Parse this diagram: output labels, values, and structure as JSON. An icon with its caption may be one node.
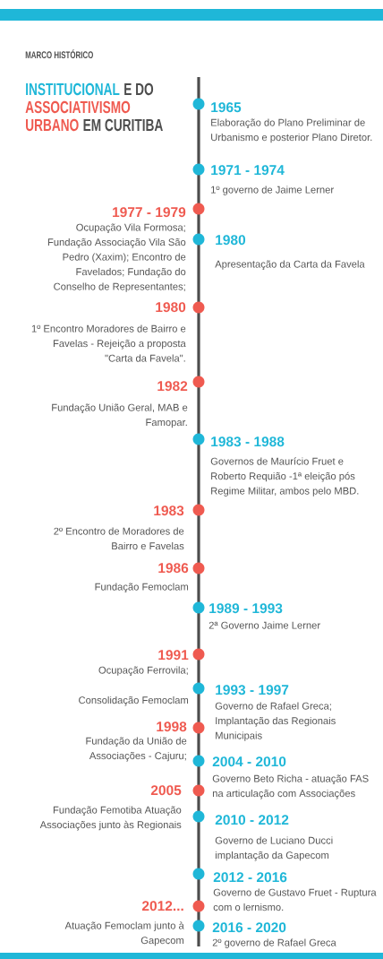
{
  "diagram": {
    "title": "MARCO HISTÓRICO",
    "nodes": [
      {
        "text": [
          "1965",
          "Elaboração do Plano Preliminar de Urbanismo e posterior Plano Diretor."
        ]
      },
      {
        "text": [
          "1971 - 1974",
          "1º governo de Jaime Lerner"
        ]
      },
      {
        "text": [
          "1977 - 1979",
          "Ocupação Vila Formosa; Fundação Associação Vila São Pedro (Xaxim); Encontro de Favelados; Fundação do Conselho de Representantes;"
        ]
      },
      {
        "text": [
          "1980",
          "Apresentação da Carta da Favela"
        ]
      },
      {
        "text": [
          "1980",
          "1º Encontro Moradores de Bairro e Favelas - Rejeição a proposta \"Carta da Favela\"."
        ]
      },
      {
        "text": [
          "1982",
          "Fundação União Geral, MAB e Famopar."
        ]
      },
      {
        "text": [
          "1983 - 1988",
          "Governos de Maurício Fruet e Roberto Requião -1ª eleição pós Regime Militar, ambos pelo MBD."
        ]
      },
      {
        "text": [
          "1983",
          "2º Encontro de Moradores de Bairro e Favelas"
        ]
      },
      {
        "text": [
          "1986",
          "Fundação Femoclam"
        ]
      },
      {
        "text": [
          "1989 - 1993",
          "2ª Governo Jaime Lerner"
        ]
      },
      {
        "text": [
          "1991",
          "Ocupação Ferrovila;",
          "Consolidação Femoclam"
        ]
      },
      {
        "text": [
          "1993 - 1997",
          "Governo de Rafael Greca; Implantação das Regionais Municipais"
        ]
      },
      {
        "text": [
          "1998",
          "Fundação da União de Associações - Cajuru;"
        ]
      },
      {
        "text": [
          "2004 - 2010",
          "Governo Beto Richa - atuação FAS na articulação com Associações"
        ]
      },
      {
        "text": [
          "2005",
          "Fundação Femotiba Atuação Associações junto às Regionais"
        ]
      },
      {
        "text": [
          "2010 - 2012",
          "Governo de Luciano Ducci implantação da Gapecom"
        ]
      },
      {
        "text": [
          "2012 - 2016",
          "Governo de Gustavo Fruet - Ruptura com o lernismo."
        ]
      },
      {
        "text": [
          "2012...",
          "Atuação Femoclam junto à Gapecom"
        ]
      },
      {
        "text": [
          "2016 - 2020",
          "2º governo de Rafael Greca"
        ]
      }
    ],
    "labels": [
      "INSTITUCIONAL",
      "E DO",
      "ASSOCIATIVISMO",
      "URBANO",
      "EM CURITIBA"
    ]
  }
}
